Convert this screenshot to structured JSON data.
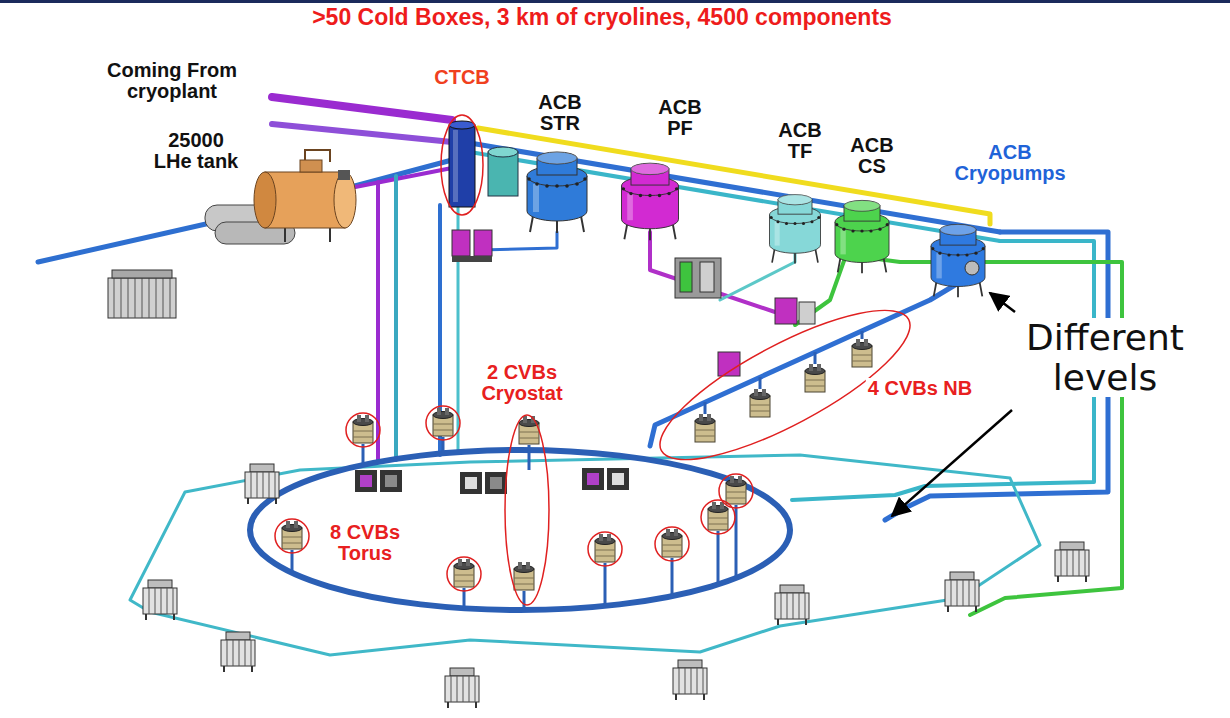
{
  "diagram": {
    "title": ">50 Cold Boxes, 3 km of cryolines, 4500 components",
    "labels": [
      "Coming From cryoplant",
      "25000 LHe tank",
      "CTCB",
      "ACB STR",
      "ACB PF",
      "ACB TF",
      "ACB CS",
      "ACB Cryopumps",
      "Different levels",
      "2 CVBs Cryostat",
      "4 CVBs NB",
      "8 CVBs Torus"
    ]
  }
}
